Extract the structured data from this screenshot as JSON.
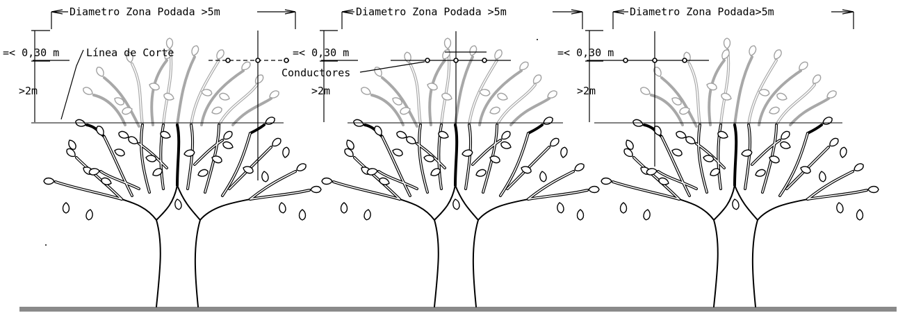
{
  "panels": [
    {
      "id": "left",
      "diameter_label": "Diametro Zona Podada >5m",
      "clearance_label": "=< 0,30 m",
      "height_label": ">2m",
      "cut_line_label": "Línea de Corte"
    },
    {
      "id": "center",
      "diameter_label": "Diametro Zona Podada >5m",
      "clearance_label": "=< 0,30 m",
      "height_label": ">2m",
      "conductors_label": "Conductores"
    },
    {
      "id": "right",
      "diameter_label": "Diametro Zona Podada>5m",
      "clearance_label": "=< 0,30 m",
      "height_label": ">2m"
    }
  ],
  "colors": {
    "line": "#000000",
    "pruned_branches": "#a8a8a8",
    "ground": "#8a8a8a",
    "background": "#ffffff"
  }
}
